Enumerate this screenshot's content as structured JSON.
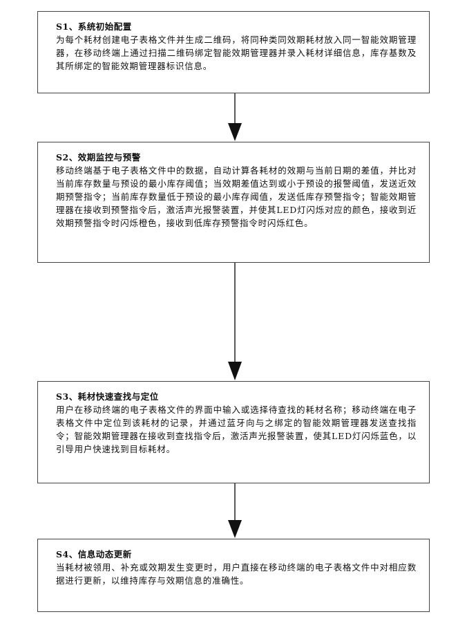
{
  "steps": [
    {
      "title": "S1、系统初始配置",
      "body": "为每个耗材创建电子表格文件并生成二维码，将同种类同效期耗材放入同一智能效期管理器，在移动终端上通过扫描二维码绑定智能效期管理器并录入耗材详细信息，库存基数及其所绑定的智能效期管理器标识信息。"
    },
    {
      "title": "S2、效期监控与预警",
      "body": "移动终端基于电子表格文件中的数据，自动计算各耗材的效期与当前日期的差值，并比对当前库存数量与预设的最小库存阈值；当效期差值达到或小于预设的报警阈值，发送近效期预警指令；当前库存数量低于预设的最小库存阈值，发送低库存预警指令；智能效期管理器在接收到预警指令后，激活声光报警装置，并使其LED灯闪烁对应的颜色，接收到近效期预警指令时闪烁橙色，接收到低库存预警指令时闪烁红色。"
    },
    {
      "title": "S3、耗材快速查找与定位",
      "body": "用户在移动终端的电子表格文件的界面中输入或选择待查找的耗材名称；移动终端在电子表格文件中定位到该耗材的记录，并通过蓝牙向与之绑定的智能效期管理器发送查找指令；智能效期管理器在接收到查找指令后，激活声光报警装置，使其LED灯闪烁蓝色，以引导用户快速找到目标耗材。"
    },
    {
      "title": "S4、信息动态更新",
      "body": "当耗材被领用、补充或效期发生变更时，用户直接在移动终端的电子表格文件中对相应数据进行更新，以维持库存与效期信息的准确性。"
    }
  ]
}
